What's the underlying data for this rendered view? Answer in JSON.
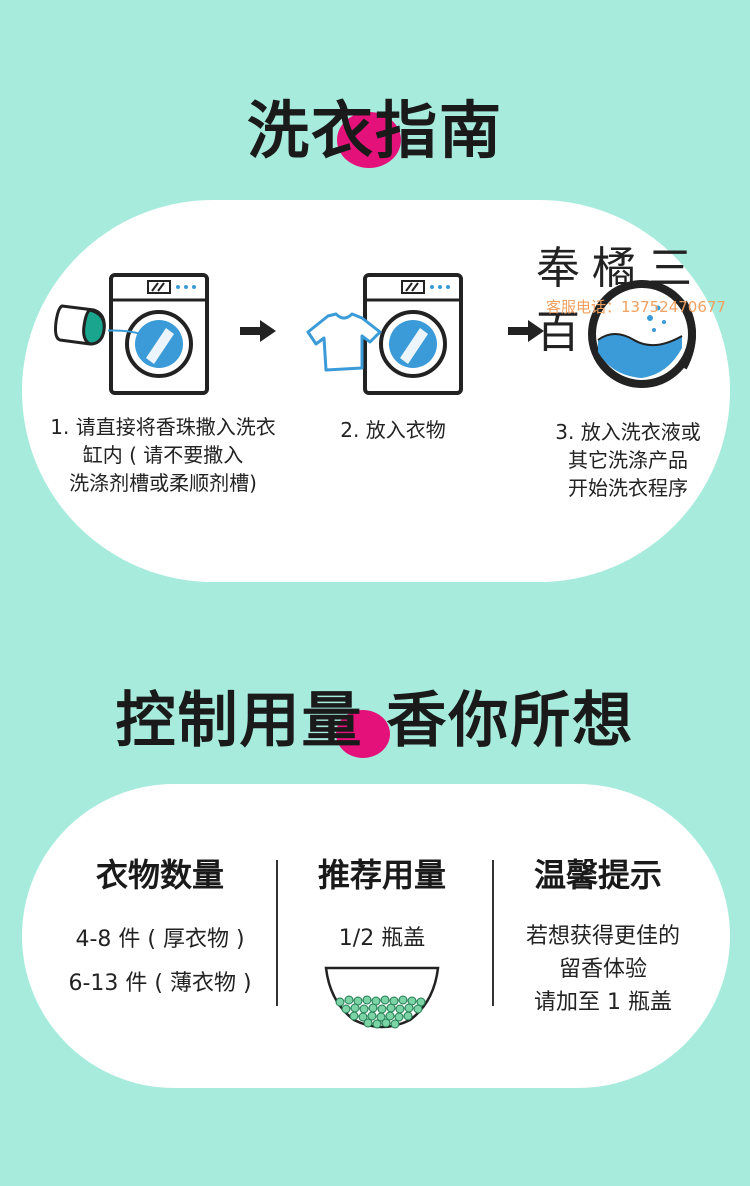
{
  "guide": {
    "title": "洗衣指南",
    "steps": [
      {
        "text": "1. 请直接将香珠撒入洗衣\n缸内 ( 请不要撒入\n洗涤剂槽或柔顺剂槽)"
      },
      {
        "text": "2. 放入衣物"
      },
      {
        "text": "3. 放入洗衣液或\n其它洗涤产品\n开始洗衣程序"
      }
    ],
    "icons": [
      "capsule-icon",
      "washing-machine-icon",
      "arrow-right-icon",
      "tshirt-icon",
      "washing-drum-icon"
    ]
  },
  "watermark": {
    "brand": "奉橘三百",
    "contact": "客服电话：13752470677"
  },
  "dosage": {
    "title": "控制用量 香你所想",
    "columns": [
      {
        "heading": "衣物数量",
        "text": "4-8 件 ( 厚衣物 )\n6-13 件 ( 薄衣物 )"
      },
      {
        "heading": "推荐用量",
        "text": "1/2 瓶盖"
      },
      {
        "heading": "温馨提示",
        "text": "若想获得更佳的\n留香体验\n请加至 1 瓶盖"
      }
    ]
  },
  "colors": {
    "background": "#a6ebdc",
    "accent": "#e5117a",
    "machine_blue": "#3a9bd8"
  }
}
